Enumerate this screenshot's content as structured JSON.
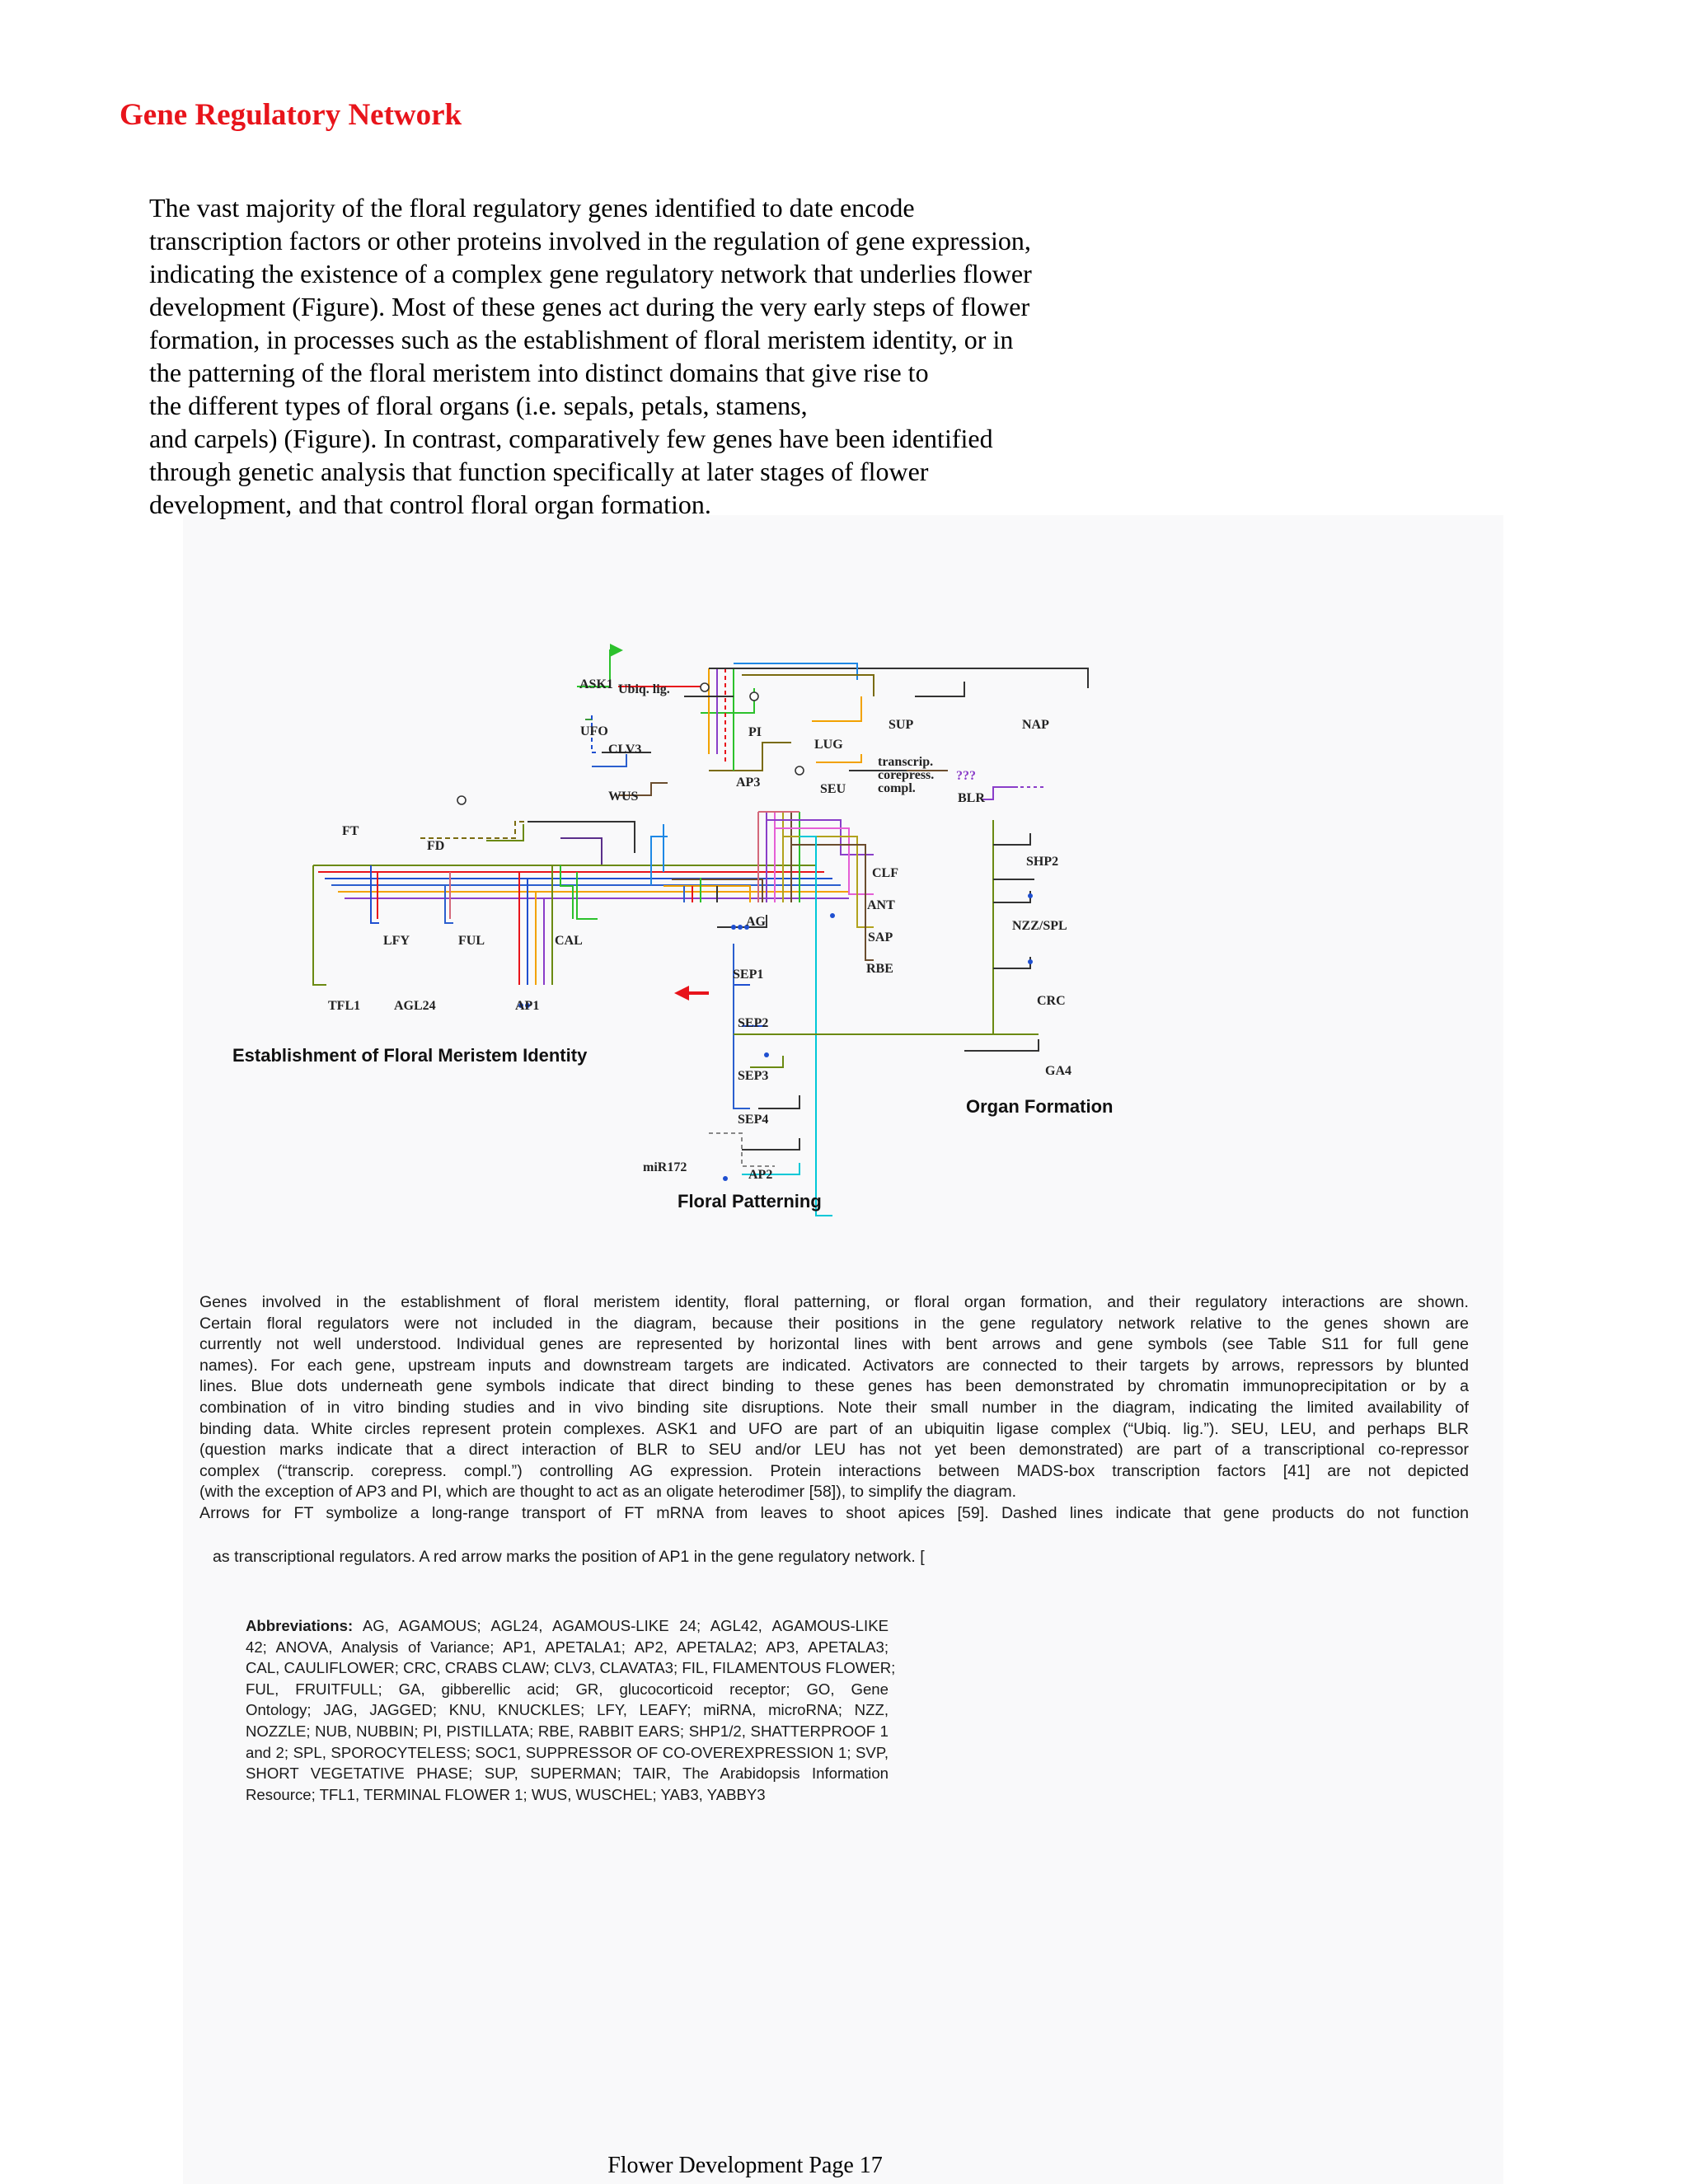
{
  "heading": "Gene Regulatory Network",
  "intro_lines": [
    "The vast majority of the floral regulatory genes identified to date encode",
    "transcription factors or other proteins involved in the regulation of gene expression,",
    "indicating the existence of a complex gene regulatory network that underlies flower",
    "development (Figure).  Most of these genes act during the very early steps of flower",
    "formation, in processes such as the establishment of floral meristem identity, or in",
    "the patterning of the floral meristem into distinct domains that give rise to",
    "the different types of floral organs (i.e. sepals, petals, stamens,",
    "and carpels) (Figure).  In contrast, comparatively few  genes have been identified",
    "through genetic analysis that function specifically at later stages of flower",
    "development, and that control floral organ formation."
  ],
  "diagram": {
    "sections": {
      "establishment": "Establishment of Floral Meristem Identity",
      "patterning": "Floral Patterning",
      "organ": "Organ Formation"
    },
    "complex_labels": {
      "ubiq": "Ubiq. lig.",
      "corep1": "transcrip.",
      "corep2": "corepress.",
      "corep3": "compl.",
      "unknown": "???"
    },
    "genes": {
      "ask1": "ASK1",
      "ufo": "UFO",
      "clv3": "CLV3",
      "wus": "WUS",
      "pi": "PI",
      "ap3": "AP3",
      "lug": "LUG",
      "seu": "SEU",
      "sup": "SUP",
      "nap": "NAP",
      "blr": "BLR",
      "ft": "FT",
      "fd": "FD",
      "lfy": "LFY",
      "ful": "FUL",
      "cal": "CAL",
      "tfl1": "TFL1",
      "agl24": "AGL24",
      "ap1": "AP1",
      "ag": "AG",
      "clf": "CLF",
      "ant": "ANT",
      "sap": "SAP",
      "rbe": "RBE",
      "sep1": "SEP1",
      "sep2": "SEP2",
      "sep3": "SEP3",
      "sep4": "SEP4",
      "mir172": "miR172",
      "ap2": "AP2",
      "shp2": "SHP2",
      "nzz": "NZZ/SPL",
      "crc": "CRC",
      "ga4": "GA4"
    },
    "colors": {
      "activator_red": "#e8141b",
      "blue_dot": "#1f4fd0"
    }
  },
  "caption_lines": [
    "Genes involved in the establishment of floral meristem identity, floral patterning, or floral organ formation, and their regulatory interactions are shown.",
    "Certain floral regulators were not included in the diagram, because their positions in the gene regulatory network relative to the genes shown are",
    "currently not well understood. Individual genes are represented by horizontal lines with bent arrows and gene symbols (see Table S11 for full gene",
    "names). For each gene, upstream inputs and downstream targets are indicated. Activators are connected to their targets by arrows, repressors by blunted",
    "lines. Blue dots underneath gene symbols indicate that direct binding to these genes has been demonstrated by chromatin immunoprecipitation or by a",
    "combination of in vitro binding studies and in vivo binding site disruptions. Note their small number in the diagram, indicating the limited availability of",
    "binding data. White circles represent protein complexes. ASK1 and UFO are part of an ubiquitin ligase complex (“Ubiq. lig.”). SEU, LEU, and perhaps BLR",
    "(question marks indicate that a direct interaction of BLR to SEU and/or LEU has not yet been demonstrated) are part of a transcriptional co-repressor",
    "complex (“transcrip. corepress. compl.”) controlling AG expression. Protein interactions between MADS-box transcription factors [41] are not depicted",
    "(with the exception of AP3 and PI, which are thought to act as an oligate heterodimer [58]), to simplify the diagram.",
    "Arrows for FT symbolize a long-range transport of FT mRNA from leaves to shoot apices [59]. Dashed lines indicate that gene products do not function"
  ],
  "caption_extra": "as transcriptional regulators. A red arrow marks the position of AP1 in the gene regulatory network. [",
  "abbreviations": {
    "label": "Abbreviations:",
    "lines": [
      " AG, AGAMOUS; AGL24, AGAMOUS-LIKE 24; AGL42, AGAMOUS-LIKE",
      "42; ANOVA, Analysis of Variance; AP1, APETALA1; AP2, APETALA2; AP3, APETALA3;",
      "CAL, CAULIFLOWER; CRC, CRABS CLAW; CLV3, CLAVATA3; FIL, FILAMENTOUS FLOWER;",
      "FUL, FRUITFULL; GA, gibberellic acid; GR, glucocorticoid receptor; GO, Gene",
      "Ontology; JAG, JAGGED; KNU, KNUCKLES; LFY, LEAFY; miRNA, microRNA; NZZ,",
      "NOZZLE; NUB, NUBBIN; PI, PISTILLATA; RBE, RABBIT EARS; SHP1/2, SHATTERPROOF 1",
      "and 2; SPL, SPOROCYTELESS; SOC1, SUPPRESSOR OF CO-OVEREXPRESSION 1; SVP,",
      "SHORT VEGETATIVE PHASE; SUP, SUPERMAN; TAIR, The Arabidopsis Information",
      "Resource; TFL1, TERMINAL FLOWER 1; WUS, WUSCHEL; YAB3, YABBY3"
    ]
  },
  "footer": "Flower Development Page 17"
}
